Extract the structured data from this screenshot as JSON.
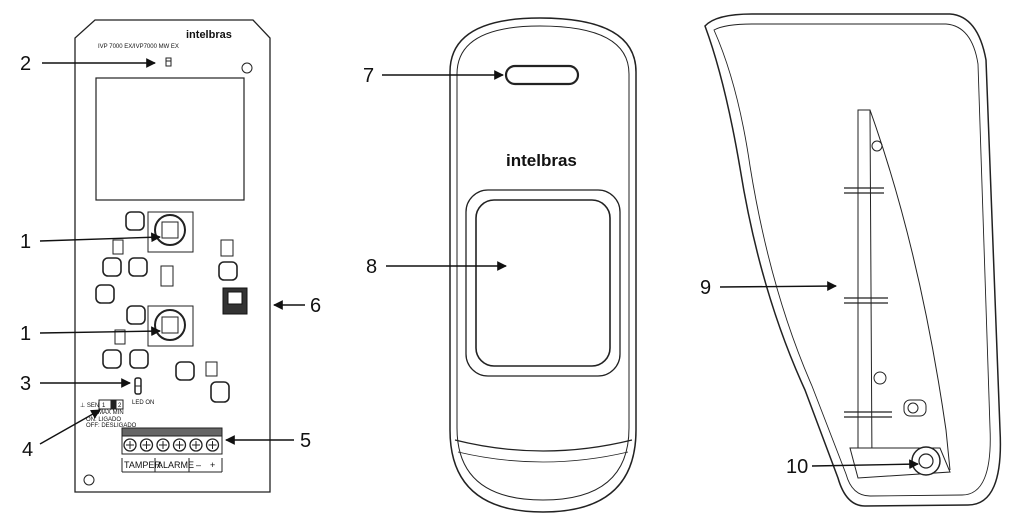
{
  "board": {
    "model": "IVP 7000 EX/IVP7000 MW EX",
    "brand": "intelbras",
    "jumper_text": "LED ON",
    "dip_pre": "⊥ SEN",
    "dip_1": "1",
    "dip_2": "2",
    "dip_sub": "MAX  MIN",
    "dip_note_1": "ON: LIGADO",
    "dip_note_2": "OFF: DESLIGADO",
    "terminals": [
      "TAMPER",
      "ALARME",
      "–",
      "+"
    ]
  },
  "front": {
    "brand": "intelbras"
  },
  "callouts": [
    "1",
    "1",
    "2",
    "3",
    "4",
    "5",
    "6",
    "7",
    "8",
    "9",
    "10"
  ]
}
